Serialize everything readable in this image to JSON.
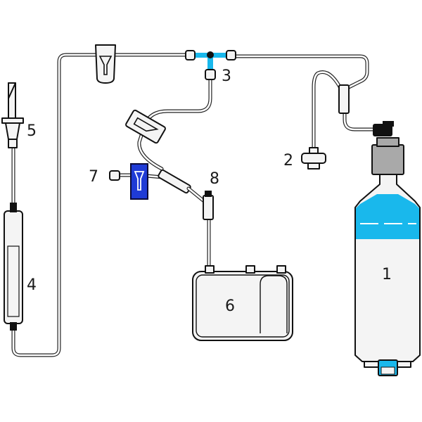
{
  "labels": {
    "n1": "1",
    "n2": "2",
    "n3": "3",
    "n4": "4",
    "n5": "5",
    "n6": "6",
    "n7": "7",
    "n8": "8"
  },
  "colors": {
    "liquid": "#19b8ec",
    "clamp": "#1f3bd6",
    "cap": "#a9a9a9",
    "connector": "#111111"
  }
}
